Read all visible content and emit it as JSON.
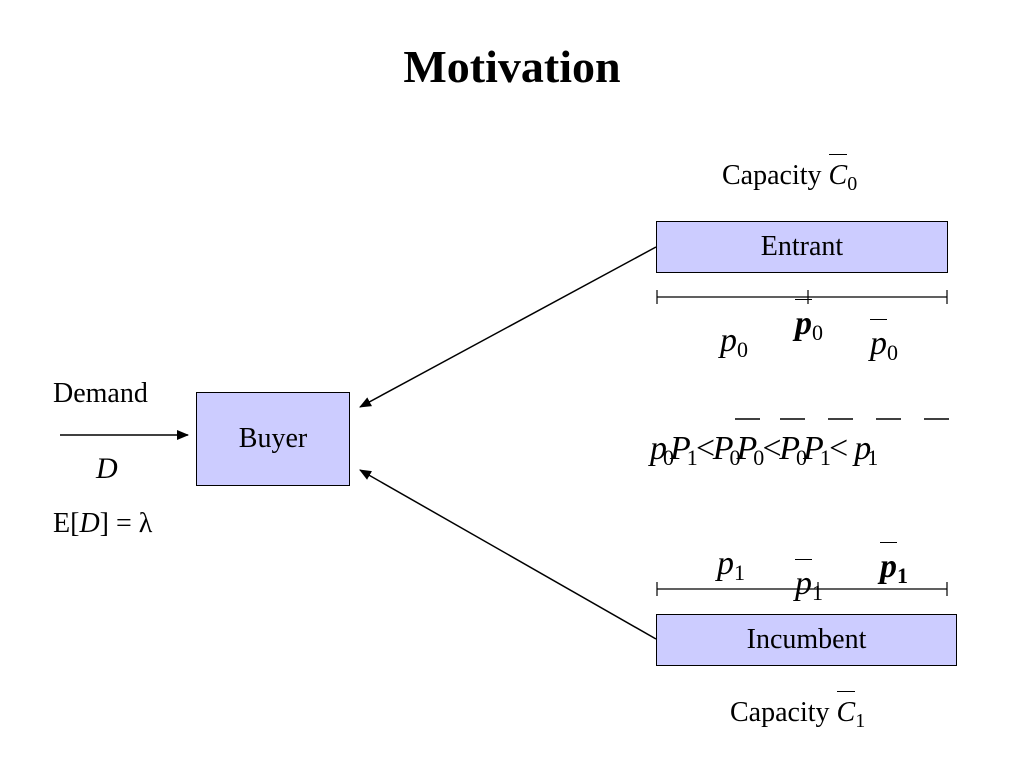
{
  "title": "Motivation",
  "left": {
    "demand_label": "Demand",
    "demand_var": "D",
    "expectation_prefix": "E[",
    "expectation_var": "D",
    "expectation_suffix": "] = λ"
  },
  "buyer": {
    "label": "Buyer"
  },
  "entrant": {
    "capacity_label": "Capacity",
    "capacity_var": "C",
    "capacity_sub": "0",
    "label": "Entrant",
    "price_var": "p",
    "price_sub": "0"
  },
  "incumbent": {
    "capacity_label": "Capacity",
    "capacity_var": "C",
    "capacity_sub": "1",
    "label": "Incumbent",
    "price_var": "p",
    "price_sub": "1"
  },
  "middle_expr": {
    "p": "p",
    "P": "P",
    "lt": "<",
    "s0": "0",
    "s1": "1"
  }
}
